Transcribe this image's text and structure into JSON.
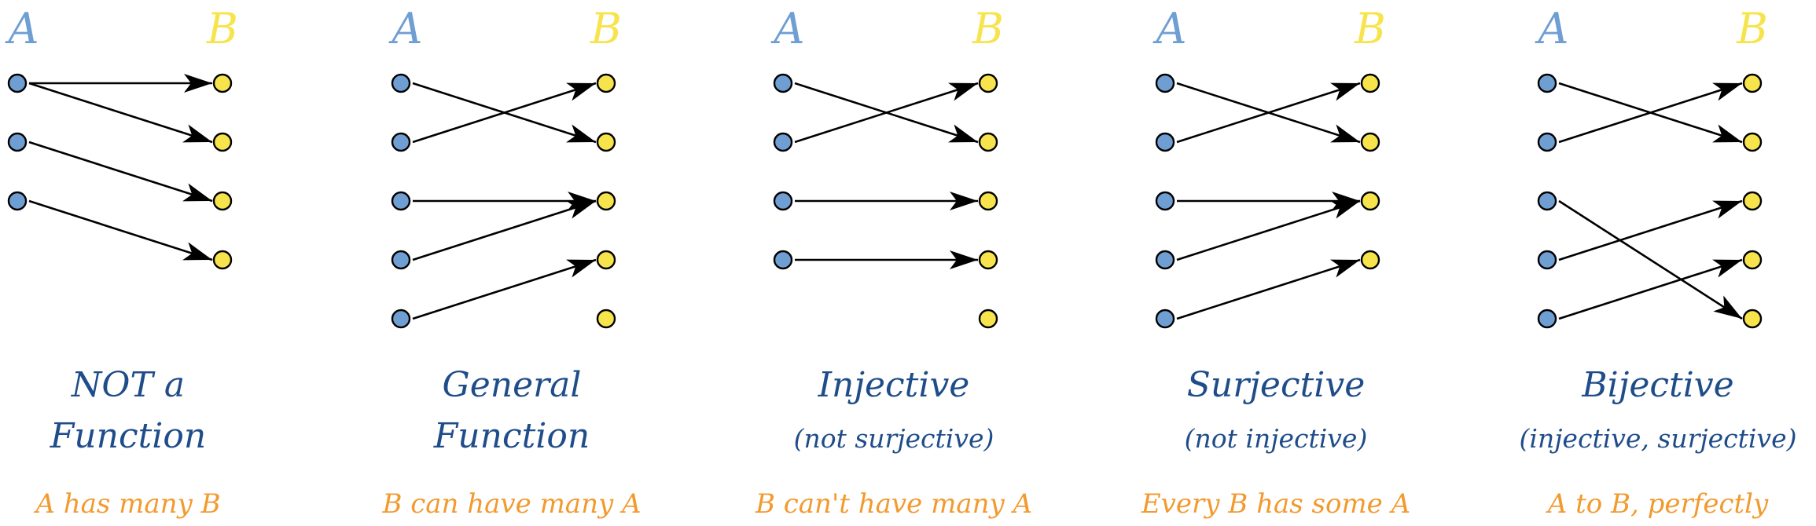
{
  "colors": {
    "a_dot": "#6f9ed3",
    "b_dot": "#f7e44d",
    "a_label": "#6f9ed3",
    "b_label": "#f7e44d",
    "title": "#1f4d8a",
    "caption": "#f29a2e",
    "arrow": "#000000"
  },
  "set_labels": {
    "a": "A",
    "b": "B"
  },
  "panels": [
    {
      "title_lines": [
        "NOT a",
        "Function"
      ],
      "subtitle": "",
      "caption": "A has many B",
      "a_count": 3,
      "b_count": 4,
      "mapping": [
        [
          0,
          0
        ],
        [
          0,
          1
        ],
        [
          1,
          2
        ],
        [
          2,
          3
        ]
      ]
    },
    {
      "title_lines": [
        "General",
        "Function"
      ],
      "subtitle": "",
      "caption": "B can have many A",
      "a_count": 5,
      "b_count": 5,
      "mapping": [
        [
          0,
          1
        ],
        [
          1,
          0
        ],
        [
          2,
          2
        ],
        [
          3,
          2
        ],
        [
          4,
          3
        ]
      ]
    },
    {
      "title_lines": [
        "Injective"
      ],
      "subtitle": "(not surjective)",
      "caption": "B can't have many A",
      "a_count": 4,
      "b_count": 5,
      "mapping": [
        [
          0,
          1
        ],
        [
          1,
          0
        ],
        [
          2,
          2
        ],
        [
          3,
          3
        ]
      ]
    },
    {
      "title_lines": [
        "Surjective"
      ],
      "subtitle": "(not injective)",
      "caption": "Every B has some A",
      "a_count": 5,
      "b_count": 4,
      "mapping": [
        [
          0,
          1
        ],
        [
          1,
          0
        ],
        [
          2,
          2
        ],
        [
          3,
          2
        ],
        [
          4,
          3
        ]
      ]
    },
    {
      "title_lines": [
        "Bijective"
      ],
      "subtitle": "(injective, surjective)",
      "caption": "A to B, perfectly",
      "a_count": 5,
      "b_count": 5,
      "mapping": [
        [
          0,
          1
        ],
        [
          1,
          0
        ],
        [
          2,
          4
        ],
        [
          3,
          2
        ],
        [
          4,
          3
        ]
      ]
    }
  ]
}
